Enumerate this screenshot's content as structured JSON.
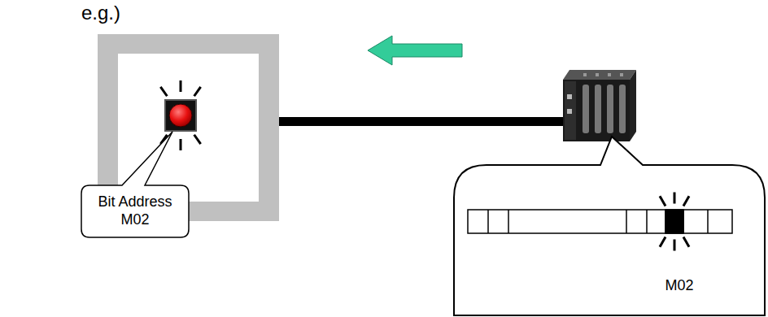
{
  "diagram": {
    "nodes": [
      {
        "text": [
          "Bit Address M02"
        ]
      },
      {
        "text": [
          "M02"
        ]
      }
    ],
    "labels": [
      "e.g.)"
    ]
  }
}
